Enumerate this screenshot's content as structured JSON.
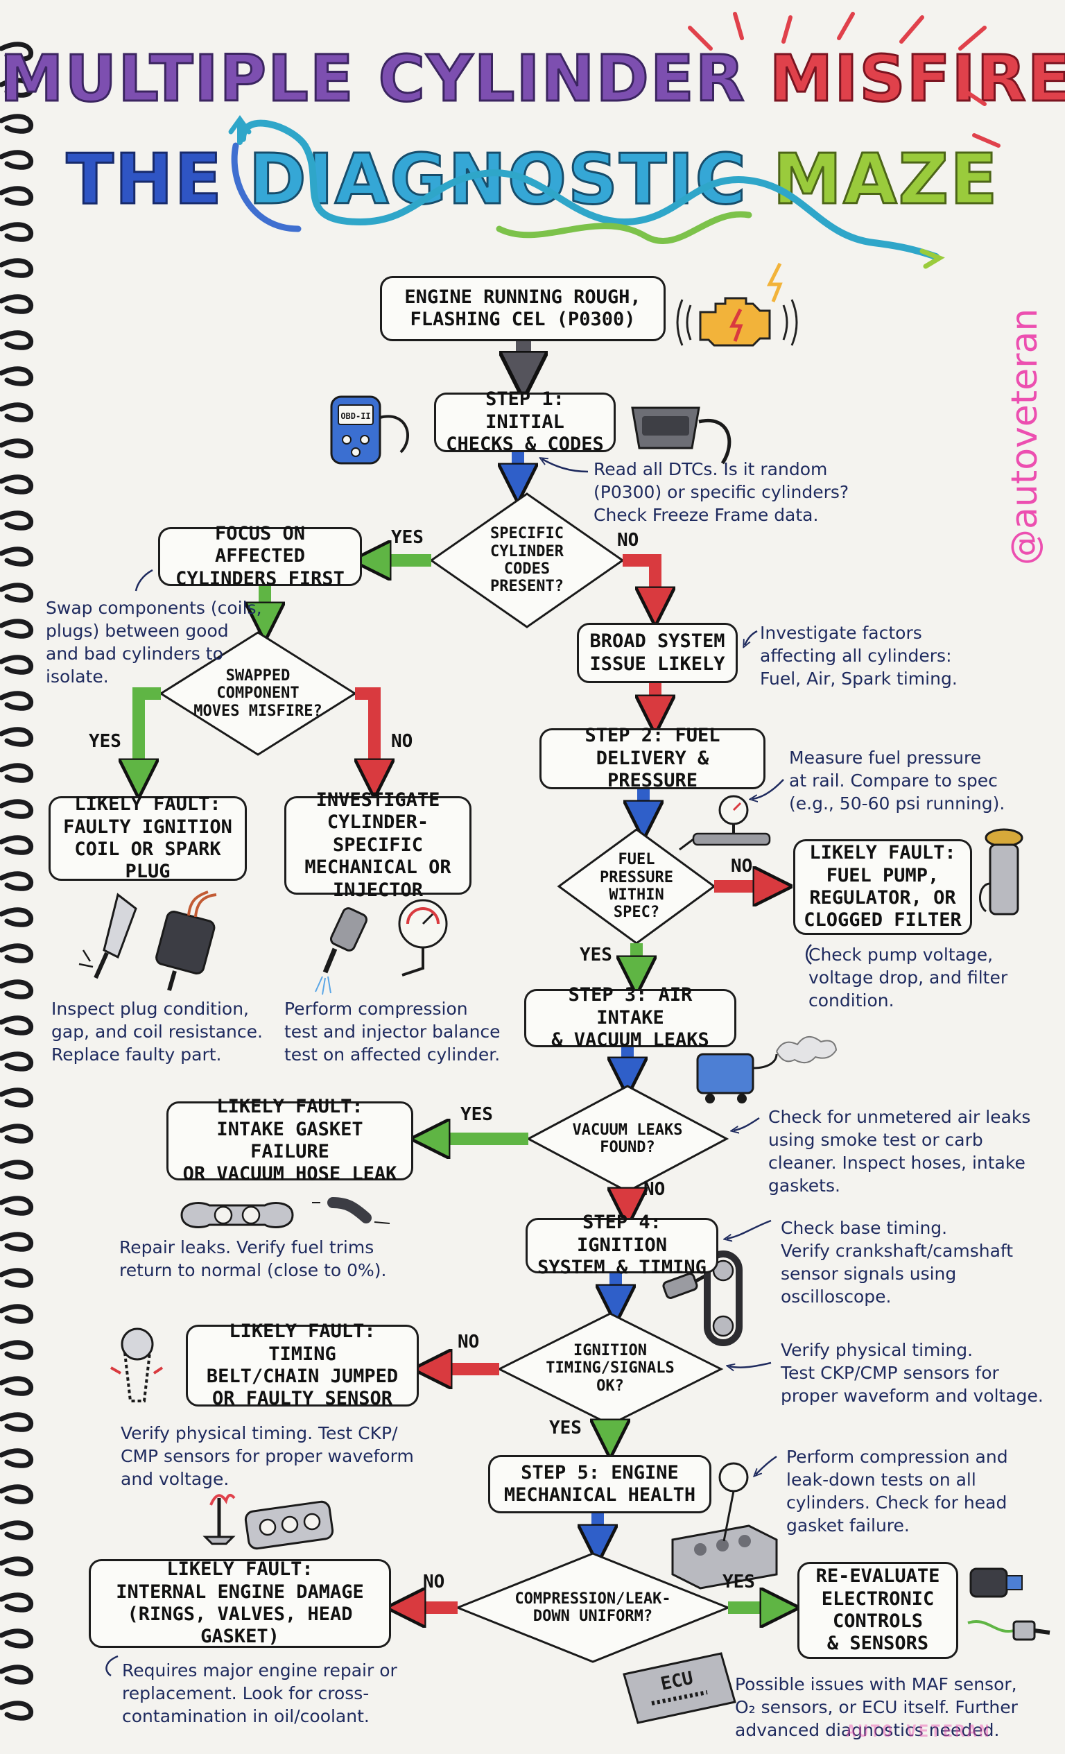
{
  "title": {
    "line1_a": "MULTIPLE CYLINDER ",
    "line1_b": "MISFIRE:",
    "line2_a": "THE ",
    "line2_b": "DIAGNOSTIC ",
    "line2_c": "MAZE"
  },
  "handle": "@autoveteran",
  "watermark": "AUTO VETERAN",
  "nodes": {
    "start": "ENGINE RUNNING ROUGH,\nFLASHING CEL (P0300)",
    "step1": "STEP 1: INITIAL\nCHECKS & CODES",
    "q_specific": "SPECIFIC\nCYLINDER\nCODES\nPRESENT?",
    "focus": "FOCUS ON AFFECTED\nCYLINDERS FIRST",
    "broad": "BROAD SYSTEM\nISSUE LIKELY",
    "q_swap": "SWAPPED\nCOMPONENT\nMOVES MISFIRE?",
    "fault_coil": "LIKELY FAULT:\nFAULTY IGNITION\nCOIL OR SPARK PLUG",
    "investigate": "INVESTIGATE\nCYLINDER-SPECIFIC\nMECHANICAL OR\nINJECTOR",
    "step2": "STEP 2: FUEL\nDELIVERY & PRESSURE",
    "q_fuel": "FUEL\nPRESSURE\nWITHIN\nSPEC?",
    "fault_pump": "LIKELY FAULT:\nFUEL PUMP,\nREGULATOR, OR\nCLOGGED FILTER",
    "step3": "STEP 3: AIR INTAKE\n& VACUUM LEAKS",
    "q_vacuum": "VACUUM LEAKS\nFOUND?",
    "fault_intake": "LIKELY FAULT:\nINTAKE GASKET FAILURE\nOR VACUUM HOSE LEAK",
    "step4": "STEP 4: IGNITION\nSYSTEM & TIMING",
    "q_ignition": "IGNITION\nTIMING/SIGNALS\nOK?",
    "fault_timing": "LIKELY FAULT: TIMING\nBELT/CHAIN JUMPED\nOR FAULTY SENSOR",
    "step5": "STEP 5: ENGINE\nMECHANICAL HEALTH",
    "q_compression": "COMPRESSION/LEAK-\nDOWN UNIFORM?",
    "fault_engine": "LIKELY FAULT:\nINTERNAL ENGINE DAMAGE\n(RINGS, VALVES, HEAD GASKET)",
    "reevaluate": "RE-EVALUATE\nELECTRONIC\nCONTROLS\n& SENSORS"
  },
  "labels": {
    "yes": "YES",
    "no": "NO"
  },
  "notes": {
    "dtc": "Read all DTCs. Is it random\n(P0300) or specific cylinders?\nCheck Freeze Frame data.",
    "swap": "Swap components (coils,\nplugs) between good\nand bad cylinders to\nisolate.",
    "broad": "Investigate factors\naffecting all cylinders:\nFuel, Air, Spark timing.",
    "fuel": "Measure fuel pressure\nat rail. Compare to spec\n(e.g., 50-60 psi running).",
    "pump": "Check pump voltage,\nvoltage drop, and filter\ncondition.",
    "plug": "Inspect plug condition,\ngap, and coil resistance.\nReplace faulty part.",
    "compression_test": "Perform compression\ntest and injector balance\ntest on affected cylinder.",
    "air": "Check for unmetered air leaks\nusing smoke test or carb\ncleaner. Inspect hoses, intake\ngaskets.",
    "repair": "Repair leaks. Verify fuel trims\nreturn to normal (close to 0%).",
    "timing": "Check base timing.\nVerify crankshaft/camshaft\nsensor signals using\noscilloscope.",
    "physical_right": "Verify physical timing.\nTest CKP/CMP sensors for\nproper waveform and voltage.",
    "physical_left": "Verify physical timing. Test CKP/\nCMP sensors for proper waveform\nand voltage.",
    "leakdown": "Perform compression and\nleak-down tests on all\ncylinders. Check for head\ngasket failure.",
    "major": "Requires major engine repair or\nreplacement. Look for cross-\ncontamination in oil/coolant.",
    "possible": "Possible issues with MAF sensor,\nO₂ sensors, or ECU itself. Further\nadvanced diagnostics needed."
  },
  "icons": {
    "obd": "OBD-II",
    "ecu": "ECU"
  },
  "colors": {
    "yes_arrow": "#5fb544",
    "no_arrow": "#d93a3f",
    "flow_arrow": "#2f5fc9",
    "start_arrow": "#55545c"
  }
}
